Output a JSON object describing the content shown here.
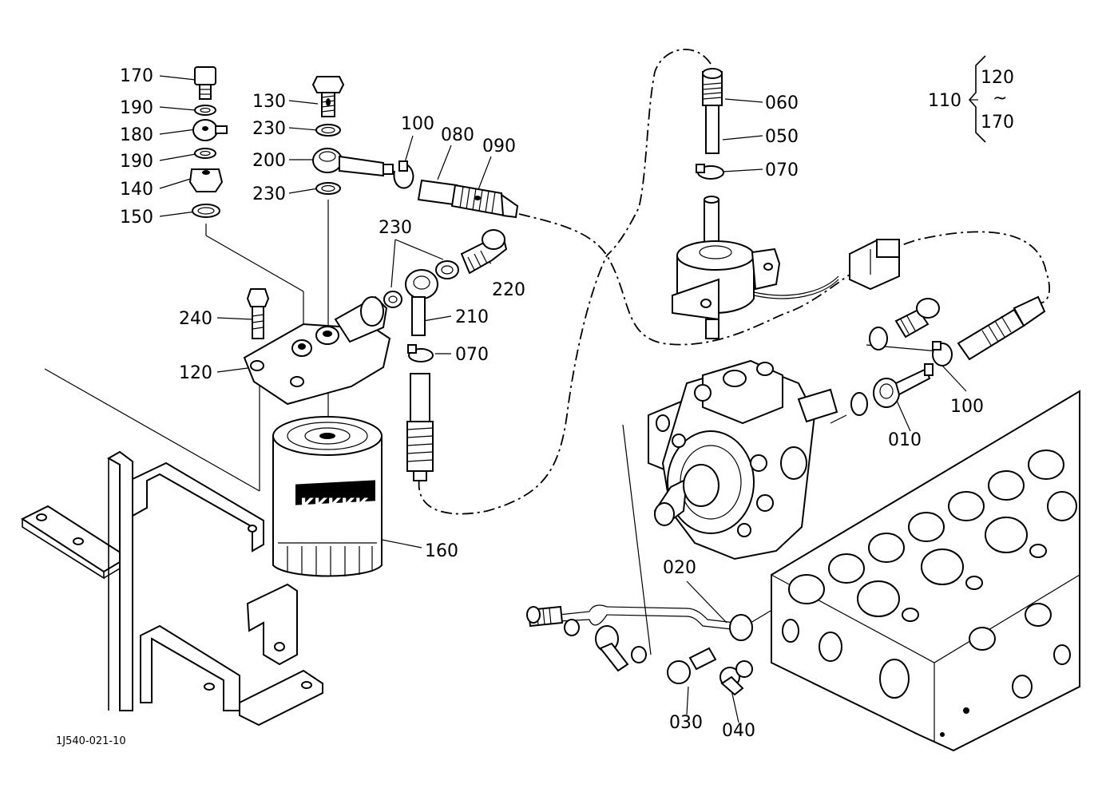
{
  "drawing_number": "1J540-021-10",
  "filter_brand": "Kubota",
  "group": {
    "label": "110",
    "range_start": "120",
    "range_symbol": "~",
    "range_end": "170"
  },
  "callouts": {
    "c170": "170",
    "c190a": "190",
    "c180": "180",
    "c190b": "190",
    "c140": "140",
    "c150": "150",
    "c130": "130",
    "c230a": "230",
    "c200": "200",
    "c230b": "230",
    "c100a": "100",
    "c080": "080",
    "c090": "090",
    "c230c": "230",
    "c220": "220",
    "c210": "210",
    "c070a": "070",
    "c240": "240",
    "c120": "120",
    "c160": "160",
    "c060": "060",
    "c050": "050",
    "c070b": "070",
    "c100b": "100",
    "c010": "010",
    "c020": "020",
    "c030": "030",
    "c040": "040"
  }
}
